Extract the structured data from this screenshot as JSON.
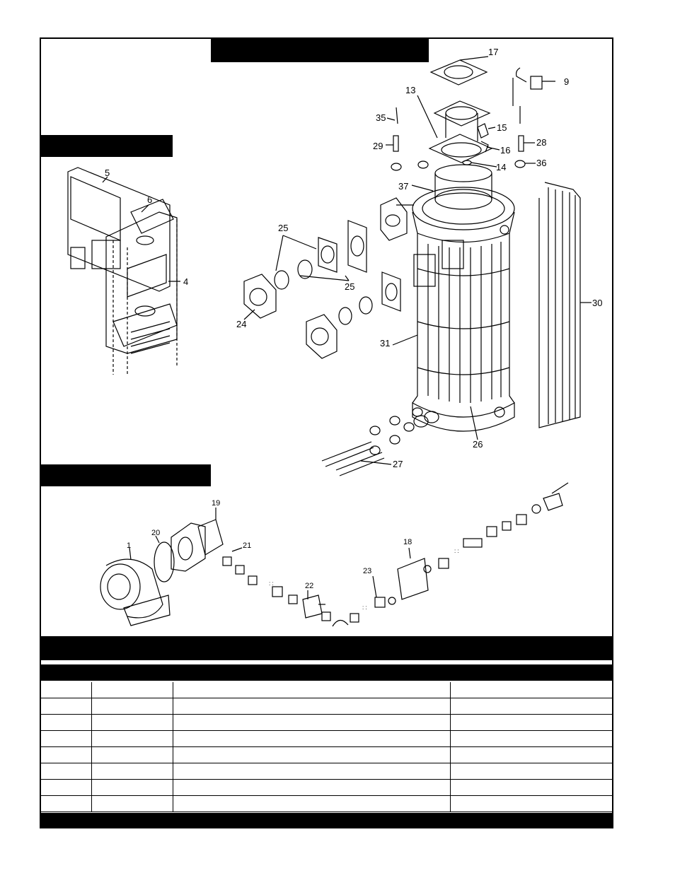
{
  "callouts": {
    "c1": "1",
    "c4": "4",
    "c5": "5",
    "c6": "6",
    "c9": "9",
    "c13": "13",
    "c14": "14",
    "c15": "15",
    "c16": "16",
    "c17": "17",
    "c18": "18",
    "c19": "19",
    "c20": "20",
    "c21": "21",
    "c22": "22",
    "c23": "23",
    "c24": "24",
    "c25a": "25",
    "c25b": "25",
    "c26": "26",
    "c27": "27",
    "c28": "28",
    "c29": "29",
    "c30": "30",
    "c31": "31",
    "c35": "35",
    "c36": "36",
    "c37": "37"
  },
  "table": {
    "rows": [
      [
        "",
        "",
        "",
        ""
      ],
      [
        "",
        "",
        "",
        ""
      ],
      [
        "",
        "",
        "",
        ""
      ],
      [
        "",
        "",
        "",
        ""
      ],
      [
        "",
        "",
        "",
        ""
      ],
      [
        "",
        "",
        "",
        ""
      ],
      [
        "",
        "",
        "",
        ""
      ],
      [
        "",
        "",
        "",
        ""
      ]
    ]
  }
}
